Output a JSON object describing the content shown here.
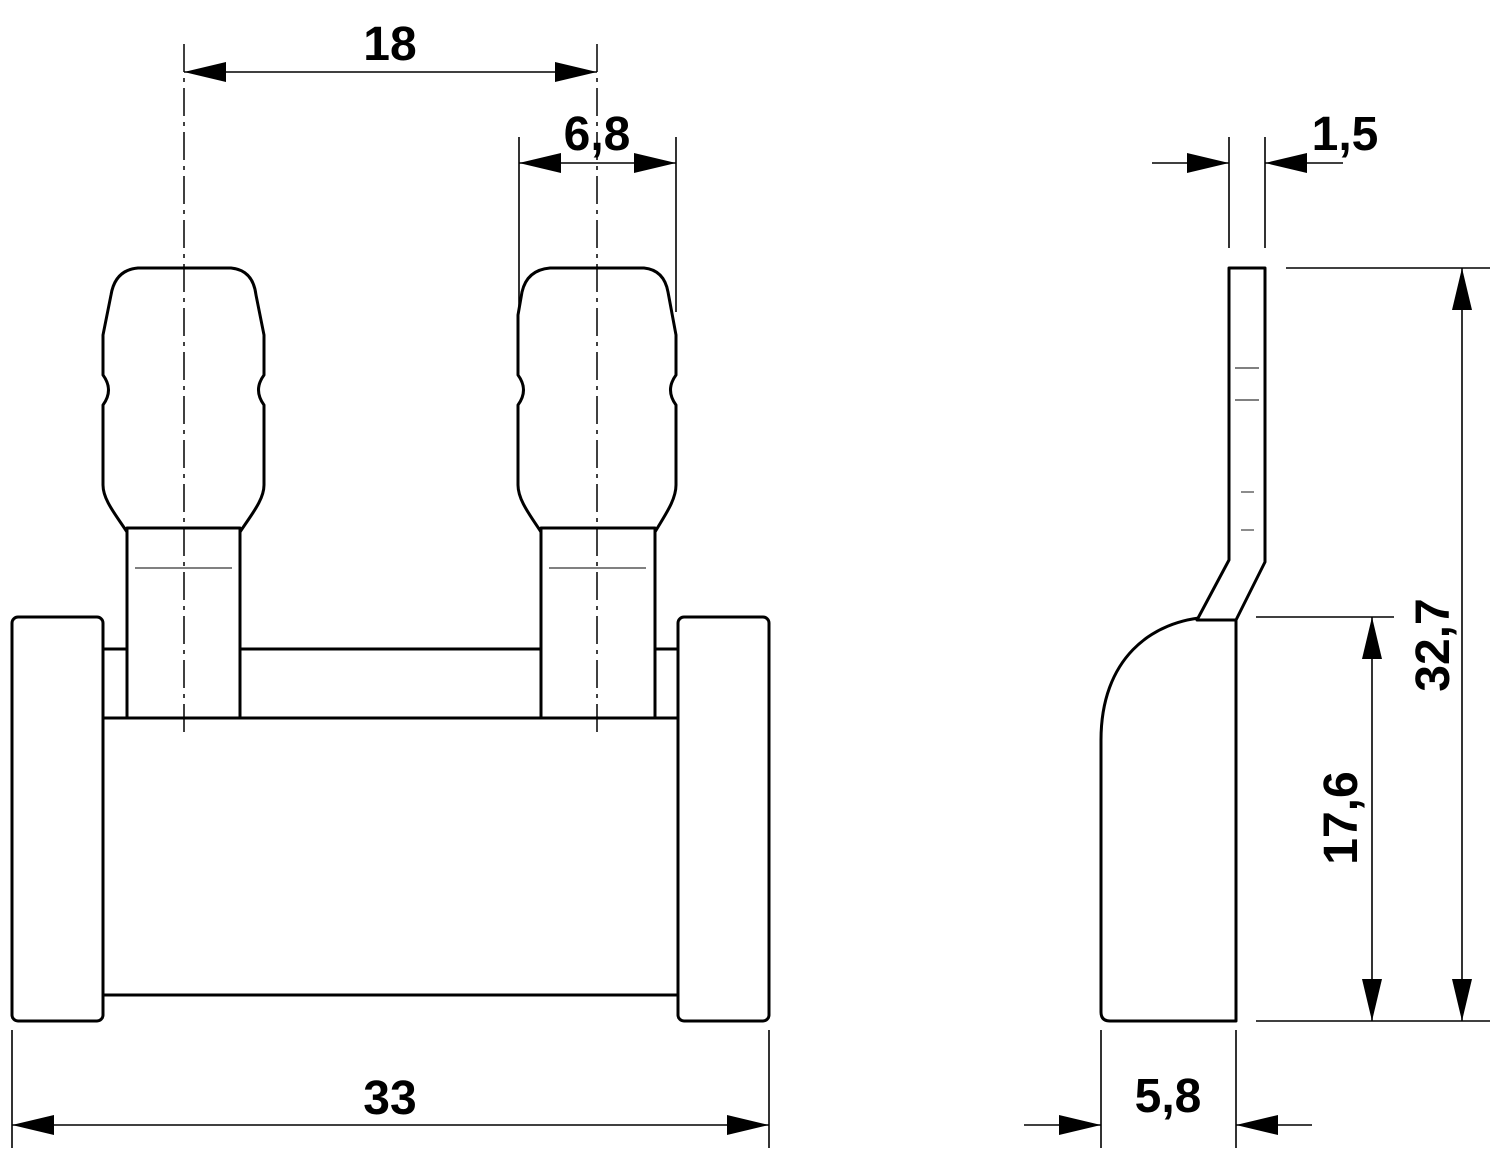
{
  "drawing": {
    "front_view": {
      "dim_pitch": "18",
      "dim_tab_width": "6,8",
      "dim_overall_width": "33"
    },
    "side_view": {
      "dim_tab_thickness": "1,5",
      "dim_overall_height": "32,7",
      "dim_body_height": "17,6",
      "dim_body_depth": "5,8"
    }
  }
}
